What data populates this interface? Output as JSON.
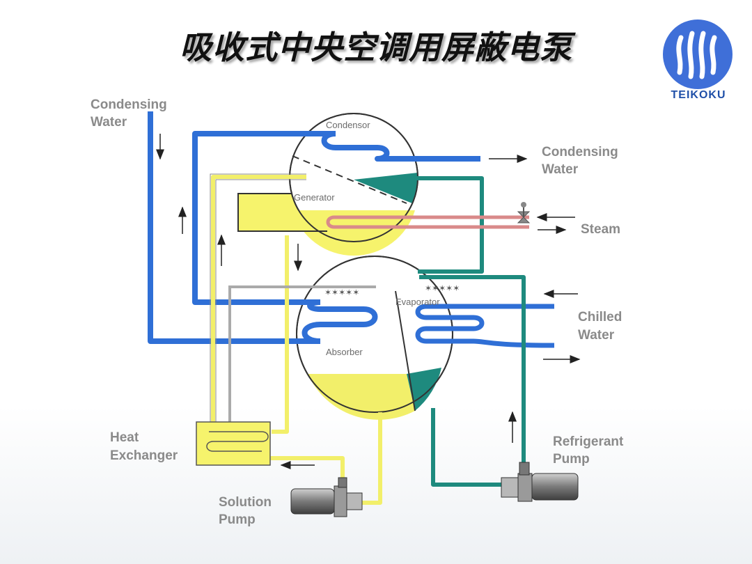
{
  "title": "吸收式中央空调用屏蔽电泵",
  "logo": {
    "text": "TEIKOKU",
    "icon": "teikoku-logo-icon",
    "color": "#3f6fd8"
  },
  "labels": {
    "condensing_water_in": [
      "Condensing",
      "Water"
    ],
    "condensing_water_out": [
      "Condensing",
      "Water"
    ],
    "steam": "Steam",
    "chilled_water": [
      "Chilled",
      "Water"
    ],
    "heat_exchanger": [
      "Heat",
      "Exchanger"
    ],
    "solution_pump": [
      "Solution",
      "Pump"
    ],
    "refrigerant_pump": [
      "Refrigerant",
      "Pump"
    ],
    "condensor": "Condensor",
    "generator": "Generator",
    "evaporator": "Evaporator",
    "absorber": "Absorber"
  },
  "colors": {
    "cooling_water": "#2f6fd6",
    "solution": "#f2ef6a",
    "refrigerant": "#1e8a7e",
    "steam": "#d98a8a",
    "label": "#8a8a8a"
  }
}
